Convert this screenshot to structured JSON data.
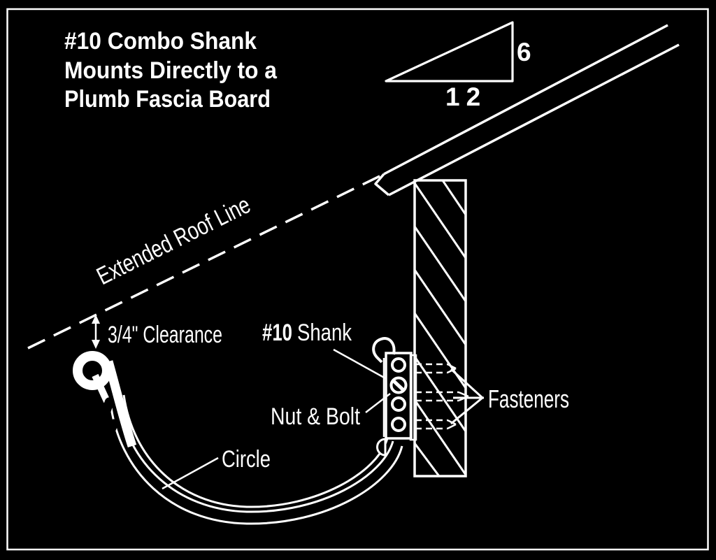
{
  "diagram": {
    "colors": {
      "background": "#000000",
      "line": "#ffffff"
    },
    "title_lines": [
      "#10 Combo Shank",
      "Mounts Directly to a",
      "Plumb Fascia Board"
    ],
    "pitch_triangle": {
      "rise_label": "6",
      "run_label": "12"
    },
    "callouts": {
      "extended_roof_line": "Extended Roof Line",
      "clearance": "3/4\" Clearance",
      "shank_number": "#10",
      "shank_word": "Shank",
      "nut_and_bolt": "Nut & Bolt",
      "circle": "Circle",
      "fasteners": "Fasteners"
    }
  }
}
